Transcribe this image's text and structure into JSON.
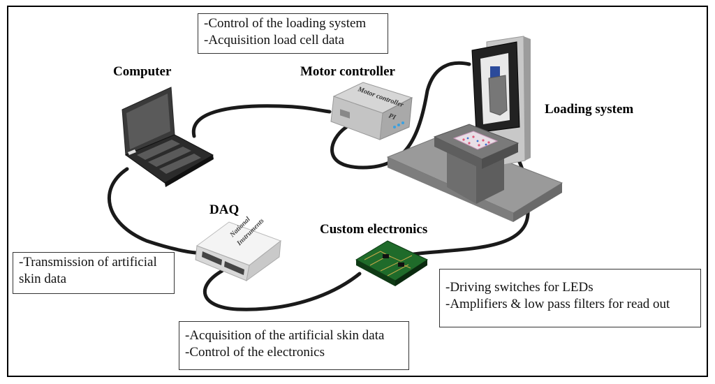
{
  "labels": {
    "computer": "Computer",
    "motor_controller": "Motor controller",
    "loading_system": "Loading system",
    "daq": "DAQ",
    "custom_electronics": "Custom electronics"
  },
  "device_text": {
    "motor_controller_line1": "Motor controller",
    "motor_controller_line2": "PI",
    "daq_line1": "National",
    "daq_line2": "Instruments"
  },
  "notes": {
    "motor_controller": [
      "-Control of the loading system",
      "-Acquisition load cell data"
    ],
    "daq": [
      "-Transmission of artificial",
      "skin data"
    ],
    "custom_electronics": [
      "-Driving switches for LEDs",
      "-Amplifiers & low pass filters for read out"
    ],
    "cable": [
      "-Acquisition of the artificial skin data",
      "-Control of the electronics"
    ]
  },
  "colors": {
    "cable": "#1a1a1a",
    "device_gray": "#bdbdbd",
    "pcb_green": "#1f6b2a",
    "led_blue": "#3aa0e0"
  }
}
